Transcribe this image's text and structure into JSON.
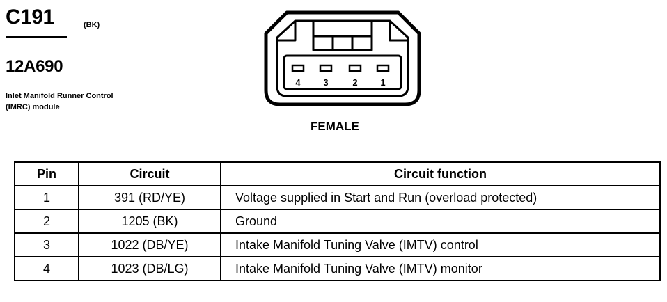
{
  "connector": {
    "id": "C191",
    "color": "(BK)",
    "part_number": "12A690",
    "description": "Inlet Manifold Runner Control (IMRC) module",
    "gender": "FEMALE",
    "pin_labels": [
      "4",
      "3",
      "2",
      "1"
    ]
  },
  "table": {
    "headers": [
      "Pin",
      "Circuit",
      "Circuit function"
    ],
    "rows": [
      {
        "pin": "1",
        "circuit": "391 (RD/YE)",
        "function": "Voltage supplied in Start and Run (overload protected)"
      },
      {
        "pin": "2",
        "circuit": "1205 (BK)",
        "function": "Ground"
      },
      {
        "pin": "3",
        "circuit": "1022 (DB/YE)",
        "function": "Intake Manifold Tuning Valve (IMTV) control"
      },
      {
        "pin": "4",
        "circuit": "1023 (DB/LG)",
        "function": "Intake Manifold Tuning Valve (IMTV) monitor"
      }
    ]
  }
}
